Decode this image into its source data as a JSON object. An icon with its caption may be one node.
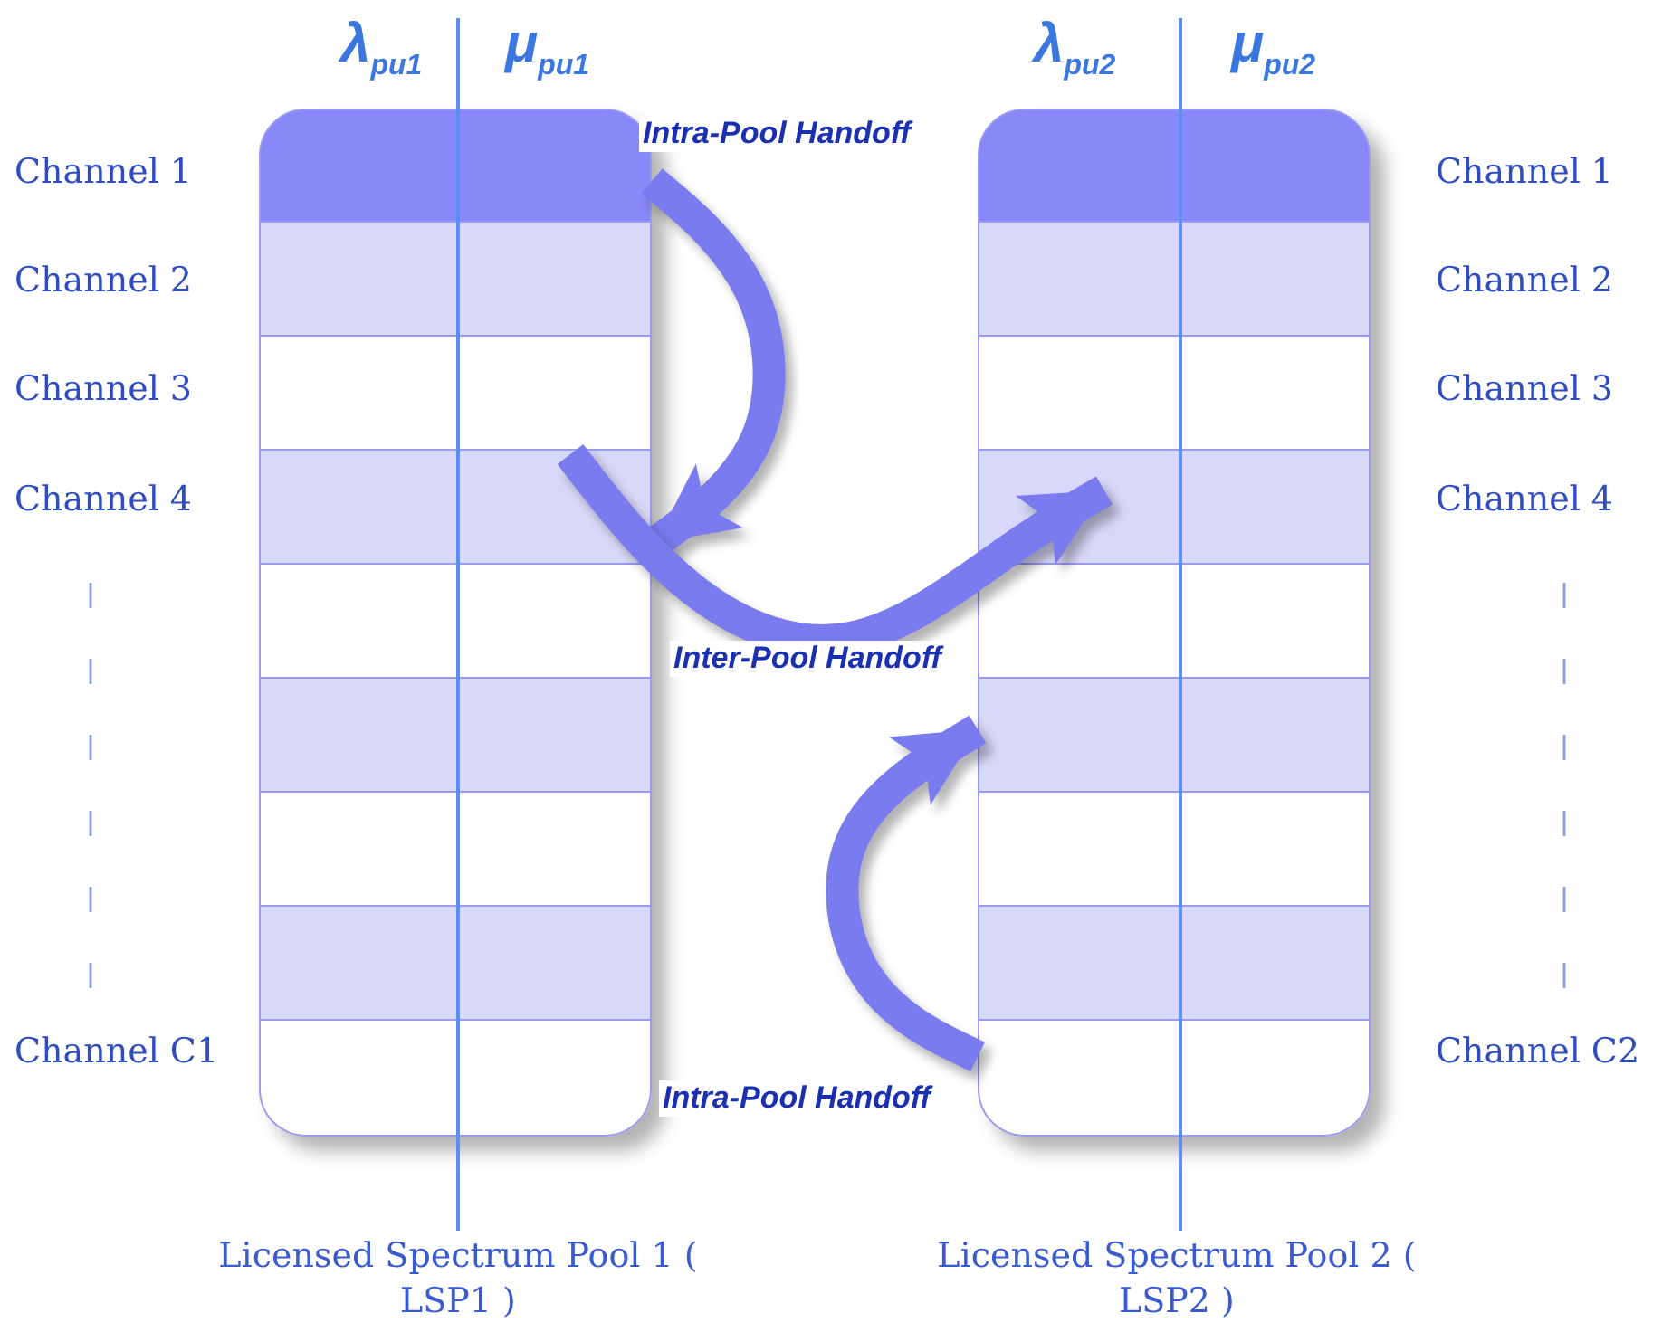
{
  "diagram": {
    "nodes": [
      {
        "text": [],
        "beside": [
          "Licensed Spectrum Pool 1 ( LSP1 )"
        ],
        "shape": "box"
      },
      {
        "text": [],
        "shape": "box",
        "in": 0
      },
      {
        "text": [],
        "shape": "box",
        "in": 0
      },
      {
        "text": [],
        "shape": "box",
        "in": 0
      },
      {
        "text": [],
        "shape": "box",
        "in": 0
      },
      {
        "text": [],
        "shape": "box",
        "in": 0
      },
      {
        "text": [],
        "shape": "box",
        "in": 0
      },
      {
        "text": [],
        "shape": "box",
        "in": 0
      },
      {
        "text": [],
        "shape": "box",
        "in": 0
      },
      {
        "text": [],
        "shape": "box",
        "in": 0
      },
      {
        "text": [],
        "beside": [
          "Licensed Spectrum Pool 2 ( LSP2 )"
        ],
        "shape": "box"
      },
      {
        "text": [],
        "shape": "box",
        "in": 10
      },
      {
        "text": [],
        "shape": "box",
        "in": 10
      },
      {
        "text": [],
        "shape": "box",
        "in": 10
      },
      {
        "text": [],
        "shape": "box",
        "in": 10
      },
      {
        "text": [],
        "shape": "box",
        "in": 10
      },
      {
        "text": [],
        "shape": "box",
        "in": 10
      },
      {
        "text": [],
        "shape": "box",
        "in": 10
      },
      {
        "text": [],
        "shape": "box",
        "in": 10
      },
      {
        "text": [],
        "shape": "box",
        "in": 10
      }
    ],
    "edges": [
      {
        "from": 1,
        "to": 4,
        "arrow": "to",
        "label": "Intra-Pool Handoff"
      },
      {
        "from": 4,
        "to": 14,
        "arrow": "to",
        "label": "Inter-Pool Handoff"
      },
      {
        "from": 19,
        "to": 16,
        "arrow": "to",
        "label": "Intra-Pool Handoff"
      }
    ],
    "labels": [
      "λ$_{pu1}$",
      "μ$_{pu1}$",
      "λ$_{pu2}$",
      "μ$_{pu2}$",
      "Channel 1",
      "Channel 1",
      "Channel 2",
      "Channel 2",
      "Channel 3",
      "Channel 3",
      "Channel 4",
      "Channel 4",
      "Channel C1",
      "Channel C2"
    ]
  }
}
